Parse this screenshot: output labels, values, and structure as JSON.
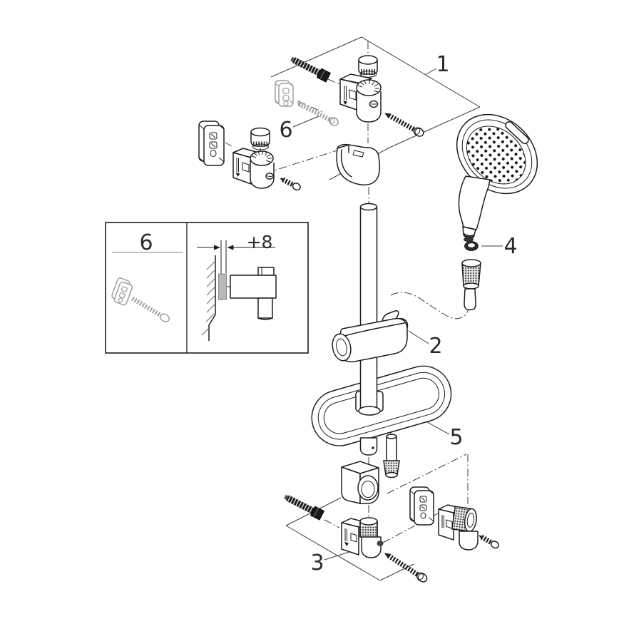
{
  "diagram": {
    "type": "exploded-parts-diagram",
    "subject": "shower rail set: hand shower, hose, slider holder, soap dish, wall brackets and fixing screws",
    "background": "#ffffff",
    "line_color": "#1d1d1d",
    "gray_part_color": "#9e9e9e",
    "callouts": [
      {
        "label": "1",
        "target": "upper wall bracket assembly"
      },
      {
        "label": "2",
        "target": "shower holder slider"
      },
      {
        "label": "3",
        "target": "lower wall bracket assembly"
      },
      {
        "label": "4",
        "target": "hose sealing washer"
      },
      {
        "label": "5",
        "target": "soap dish tray"
      },
      {
        "label": "6",
        "target": "wall plug with screw"
      }
    ],
    "inset": {
      "left_label": "6",
      "dimension_label": "+8"
    }
  }
}
